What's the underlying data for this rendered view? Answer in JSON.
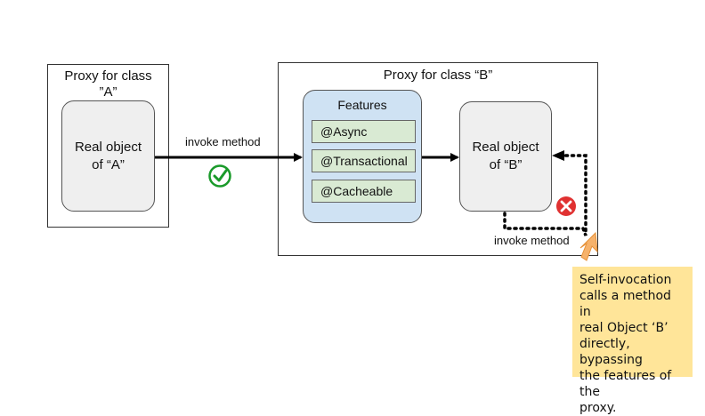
{
  "proxy_a": {
    "title_line1": "Proxy for class",
    "title_line2": "”A”",
    "real_object_line1": "Real object",
    "real_object_line2": "of “A”"
  },
  "proxy_b": {
    "title": "Proxy for class “B”",
    "features_title": "Features",
    "features": [
      "@Async",
      "@Transactional",
      "@Cacheable"
    ],
    "real_object_line1": "Real object",
    "real_object_line2": "of “B”"
  },
  "arrows": {
    "invoke_label_top": "invoke method",
    "invoke_label_bottom": "invoke method"
  },
  "callout": {
    "lines": [
      "Self-invocation",
      "calls a method in",
      "real Object ‘B’",
      "directly, bypassing",
      "the features of the",
      "proxy."
    ]
  },
  "colors": {
    "check": "#1a9a2a",
    "error": "#e03131",
    "features_bg": "#cfe2f3",
    "feature_item_bg": "#d9ead3",
    "callout_bg": "#ffe599",
    "callout_arrow": "#f6b26b"
  }
}
